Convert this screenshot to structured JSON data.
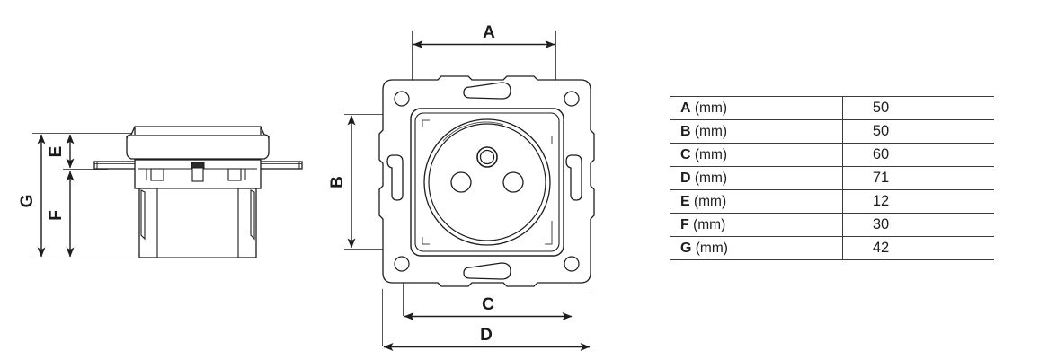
{
  "drawing": {
    "title": "",
    "views": {
      "side_view": {
        "name": "side-section-view",
        "dimension_labels": [
          "E",
          "F",
          "G"
        ]
      },
      "front_view": {
        "name": "front-view",
        "dimension_labels": [
          "A",
          "B",
          "C",
          "D"
        ],
        "socket_type": "french-socket-with-earth-pin"
      }
    },
    "dimension_labels": {
      "A": "A",
      "B": "B",
      "C": "C",
      "D": "D",
      "E": "E",
      "F": "F",
      "G": "G"
    }
  },
  "spec_table": {
    "unit": "(mm)",
    "rows": [
      {
        "key": "A",
        "unit": "(mm)",
        "value": "50"
      },
      {
        "key": "B",
        "unit": "(mm)",
        "value": "50"
      },
      {
        "key": "C",
        "unit": "(mm)",
        "value": "60"
      },
      {
        "key": "D",
        "unit": "(mm)",
        "value": "71"
      },
      {
        "key": "E",
        "unit": "(mm)",
        "value": "12"
      },
      {
        "key": "F",
        "unit": "(mm)",
        "value": "30"
      },
      {
        "key": "G",
        "unit": "(mm)",
        "value": "42"
      }
    ]
  },
  "colors": {
    "line": "#1d1d1d",
    "table_rule": "#3b3b3b",
    "background": "#ffffff"
  }
}
